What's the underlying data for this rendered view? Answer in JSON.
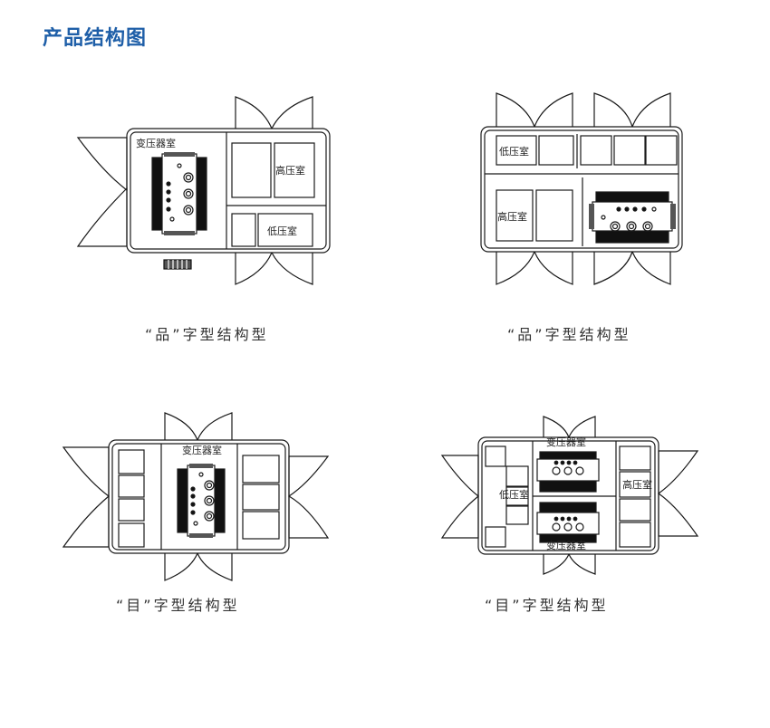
{
  "page": {
    "title": "产品结构图"
  },
  "labels": {
    "transformer_room": "变压器室",
    "high_voltage_room": "高压室",
    "low_voltage_room": "低压室"
  },
  "diagrams": [
    {
      "caption": "“品”字型结构型"
    },
    {
      "caption": "“品”字型结构型"
    },
    {
      "caption": "“目”字型结构型"
    },
    {
      "caption": "“目”字型结构型"
    }
  ]
}
